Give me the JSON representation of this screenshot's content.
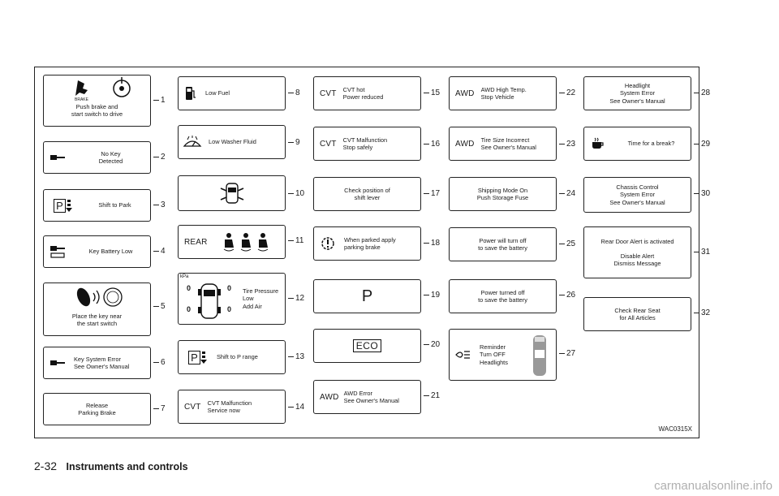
{
  "col1": [
    {
      "num": "1",
      "text": "Push brake and\nstart switch to drive",
      "icon": "push-brake-start-icon",
      "brake_label": "BRAKE"
    },
    {
      "num": "2",
      "text": "No Key\nDetected",
      "icon": "key-icon"
    },
    {
      "num": "3",
      "text": "Shift to Park",
      "icon": "shift-park-icon",
      "p": "P"
    },
    {
      "num": "4",
      "text": "Key Battery Low",
      "icon": "key-battery-icon"
    },
    {
      "num": "5",
      "text": "Place the key near\nthe start switch",
      "icon": "key-near-start-icon"
    },
    {
      "num": "6",
      "text": "Key System Error\nSee Owner's Manual",
      "icon": "key-icon"
    },
    {
      "num": "7",
      "text": "Release\nParking Brake"
    }
  ],
  "col2": [
    {
      "num": "8",
      "text": "Low Fuel",
      "icon": "fuel-pump-icon"
    },
    {
      "num": "9",
      "text": "Low Washer Fluid",
      "icon": "washer-fluid-icon"
    },
    {
      "num": "10",
      "text": "",
      "icon": "car-doors-open-icon"
    },
    {
      "num": "11",
      "text": "",
      "tag": "REAR",
      "icon": "rear-seatbelt-icon"
    },
    {
      "num": "12",
      "text": "Tire Pressure\nLow\nAdd Air",
      "icon": "tire-pressure-icon",
      "kpa": "kPa",
      "zero": "0"
    },
    {
      "num": "13",
      "text": "Shift to P range",
      "icon": "shift-p-range-icon",
      "p": "P"
    },
    {
      "num": "14",
      "text": "CVT Malfunction\nService now",
      "tag": "CVT"
    }
  ],
  "col3": [
    {
      "num": "15",
      "text": "CVT hot\nPower reduced",
      "tag": "CVT"
    },
    {
      "num": "16",
      "text": "CVT Malfunction\nStop safely",
      "tag": "CVT"
    },
    {
      "num": "17",
      "text": "Check position of\nshift lever"
    },
    {
      "num": "18",
      "text": "When parked apply\nparking brake",
      "icon": "parking-brake-warning-icon"
    },
    {
      "num": "19",
      "text": "",
      "p": "P"
    },
    {
      "num": "20",
      "text": "",
      "eco": "ECO"
    },
    {
      "num": "21",
      "text": "AWD Error\nSee Owner's Manual",
      "tag": "AWD"
    }
  ],
  "col4": [
    {
      "num": "22",
      "text": "AWD High Temp.\nStop Vehicle",
      "tag": "AWD"
    },
    {
      "num": "23",
      "text": "Tire Size Incorrect\nSee Owner's Manual",
      "tag": "AWD"
    },
    {
      "num": "24",
      "text": "Shipping Mode On\nPush Storage Fuse"
    },
    {
      "num": "25",
      "text": "Power will turn off\nto save the battery"
    },
    {
      "num": "26",
      "text": "Power turned off\nto save the battery"
    },
    {
      "num": "27",
      "text": "Reminder\nTurn OFF\nHeadlights",
      "icon": "headlight-reminder-icon"
    }
  ],
  "col5": [
    {
      "num": "28",
      "text": "Headlight\nSystem Error\nSee Owner's Manual"
    },
    {
      "num": "29",
      "text": "Time for a break?",
      "icon": "coffee-cup-icon"
    },
    {
      "num": "30",
      "text": "Chassis Control\nSystem Error\nSee Owner's Manual"
    },
    {
      "num": "31",
      "text": "Rear Door Alert is activated\n\nDisable Alert\nDismiss Message"
    },
    {
      "num": "32",
      "text": "Check Rear Seat\nfor All Articles"
    }
  ],
  "figure_code": "WAC0315X",
  "footer": {
    "page": "2-32",
    "section": "Instruments and controls"
  },
  "watermark": "carmanualsonline.info"
}
